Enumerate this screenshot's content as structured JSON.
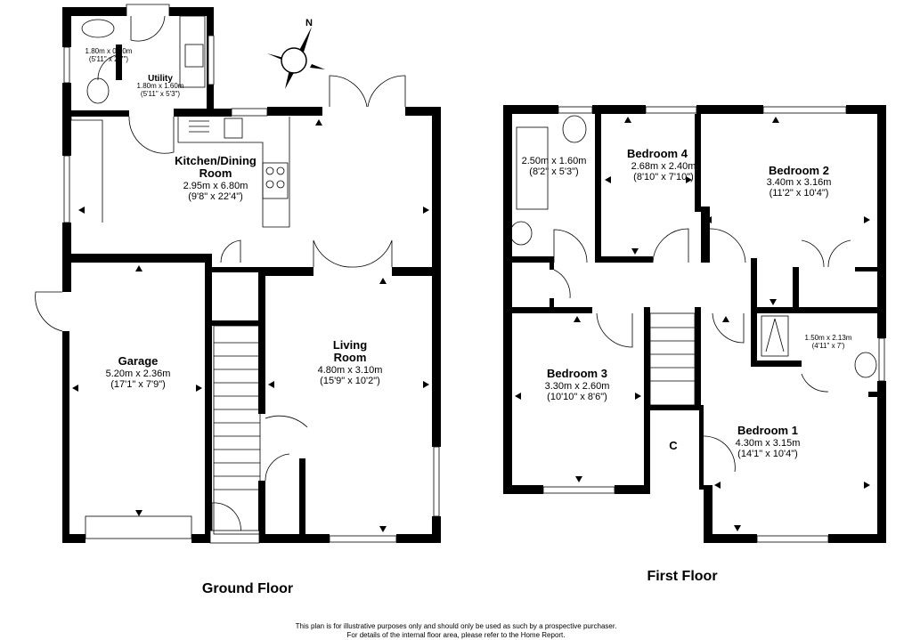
{
  "compass": {
    "label": "N"
  },
  "ground_floor": {
    "title": "Ground Floor",
    "rooms": [
      {
        "name": "",
        "dims_m": "1.80m x 0.80m",
        "dims_ft": "(5'11\" x 2'7\")"
      },
      {
        "name": "Utility",
        "dims_m": "1.80m x 1.60m",
        "dims_ft": "(5'11\" x 5'3\")"
      },
      {
        "name": "Kitchen/Dining",
        "name2": "Room",
        "dims_m": "2.95m x 6.80m",
        "dims_ft": "(9'8\" x 22'4\")"
      },
      {
        "name": "Garage",
        "dims_m": "5.20m x 2.36m",
        "dims_ft": "(17'1\" x 7'9\")"
      },
      {
        "name": "Living",
        "name2": "Room",
        "dims_m": "4.80m x 3.10m",
        "dims_ft": "(15'9\" x 10'2\")"
      }
    ]
  },
  "first_floor": {
    "title": "First Floor",
    "rooms": [
      {
        "name": "",
        "dims_m": "2.50m x 1.60m",
        "dims_ft": "(8'2\" x 5'3\")"
      },
      {
        "name": "Bedroom 4",
        "dims_m": "2.68m x 2.40m",
        "dims_ft": "(8'10\" x 7'10\")"
      },
      {
        "name": "Bedroom 2",
        "dims_m": "3.40m x 3.16m",
        "dims_ft": "(11'2\" x 10'4\")"
      },
      {
        "name": "",
        "dims_m": "1.50m x 2.13m",
        "dims_ft": "(4'11\" x 7')"
      },
      {
        "name": "Bedroom 3",
        "dims_m": "3.30m x 2.60m",
        "dims_ft": "(10'10\" x 8'6\")"
      },
      {
        "name": "Bedroom 1",
        "dims_m": "4.30m x 3.15m",
        "dims_ft": "(14'1\" x 10'4\")"
      },
      {
        "name": "C"
      }
    ]
  },
  "disclaimer": {
    "line1": "This plan is for illustrative purposes only and should only be used as such by a prospective purchaser.",
    "line2": "For details of the internal floor area, please refer to the Home Report."
  }
}
